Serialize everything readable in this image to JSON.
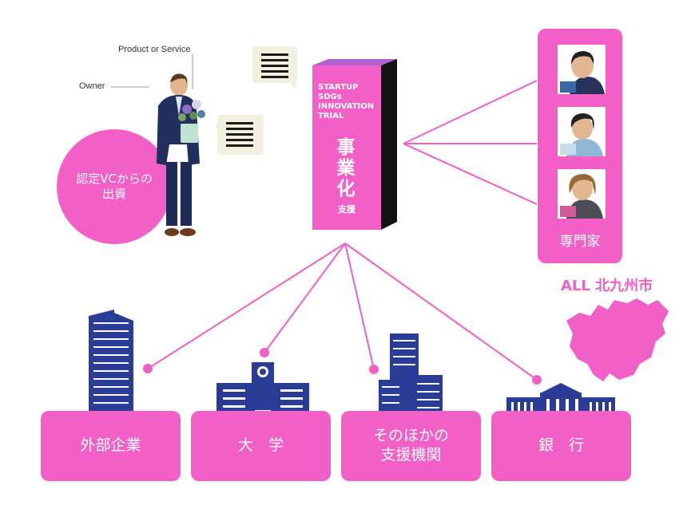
{
  "colors": {
    "accent": "#f25fc7",
    "navy": "#2b3c97",
    "dark": "#1a1a1a",
    "bubble": "#f2f1df"
  },
  "labels": {
    "product_or_service": "Product or Service",
    "owner": "Owner"
  },
  "vc_circle": {
    "line1": "認定VCからの",
    "line2": "出資"
  },
  "center_block": {
    "english": [
      "STARTUP",
      "SDGs",
      "INNOVATION",
      "TRIAL"
    ],
    "japanese": [
      "事",
      "業",
      "化"
    ],
    "sub": "支援"
  },
  "experts": {
    "label": "専門家",
    "count": 3
  },
  "region": {
    "label": "ALL 北九州市"
  },
  "partners": [
    {
      "line1": "外部企業",
      "line2": "",
      "icon": "office-tower-icon"
    },
    {
      "line1": "大　学",
      "line2": "",
      "icon": "university-building-icon"
    },
    {
      "line1": "そのほかの",
      "line2": "支援機関",
      "icon": "building-cluster-icon"
    },
    {
      "line1": "銀　行",
      "line2": "",
      "icon": "bank-building-icon"
    }
  ]
}
